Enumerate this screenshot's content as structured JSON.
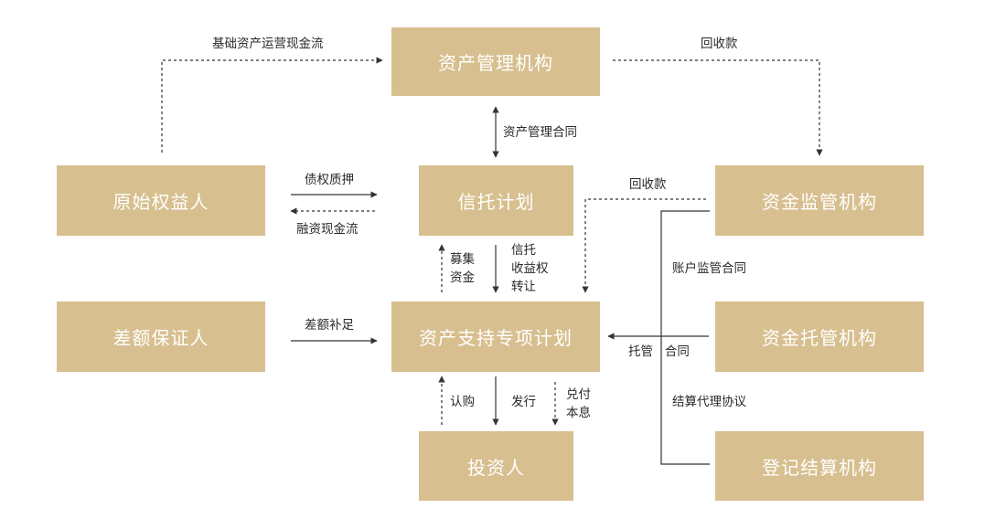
{
  "colors": {
    "node_fill": "#d7bf8f",
    "node_text": "#ffffff",
    "line": "#333333"
  },
  "nodes": {
    "asset_manager": "资产管理机构",
    "trust_plan": "信托计划",
    "original_holder": "原始权益人",
    "fund_supervisor": "资金监管机构",
    "deficiency_guarantor": "差额保证人",
    "abs_plan": "资产支持专项计划",
    "fund_custodian": "资金托管机构",
    "investor": "投资人",
    "registrar": "登记结算机构"
  },
  "labels": {
    "underlying_cashflow": "基础资产运营现金流",
    "repayment_top": "回收款",
    "asset_mgmt_contract": "资产管理合同",
    "debt_pledge": "债权质押",
    "financing_cashflow": "融资现金流",
    "repayment_mid": "回收款",
    "raise_funds": [
      "募集",
      "资金"
    ],
    "trust_benefit_transfer": [
      "信托",
      "收益权",
      "转让"
    ],
    "account_supervision_contract": "账户监管合同",
    "deficiency_topup": "差额补足",
    "custody_contract": "托管   合同",
    "subscribe": "认购",
    "issue": "发行",
    "pay_principal_interest": [
      "兑付",
      "本息"
    ],
    "settlement_agency_agreement": "结算代理协议"
  }
}
